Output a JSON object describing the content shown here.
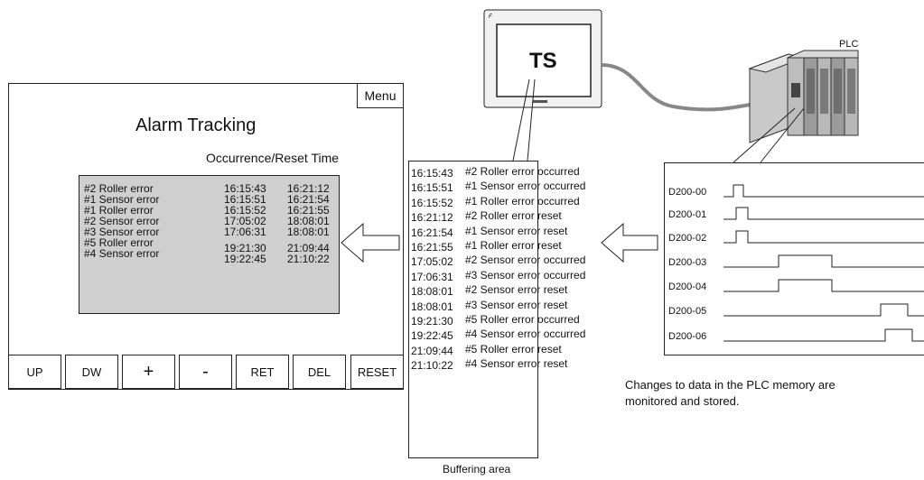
{
  "alarm_screen": {
    "menu_label": "Menu",
    "title": "Alarm Tracking",
    "subtitle": "Occurrence/Reset Time",
    "alarms": [
      {
        "name": "#2 Roller error",
        "occurred": "16:15:43",
        "reset": "16:21:12"
      },
      {
        "name": "#1 Sensor error",
        "occurred": "16:15:51",
        "reset": "16:21:54"
      },
      {
        "name": "#1 Roller error",
        "occurred": "16:15:52",
        "reset": "16:21:55"
      },
      {
        "name": "#2 Sensor error",
        "occurred": "17:05:02",
        "reset": "18:08:01"
      },
      {
        "name": "#3 Sensor error",
        "occurred": "17:06:31",
        "reset": "18:08:01"
      },
      {
        "name": "#5 Roller error",
        "occurred": "19:21:30",
        "reset": "21:09:44"
      },
      {
        "name": "#4 Sensor error",
        "occurred": "19:22:45",
        "reset": "21:10:22"
      }
    ],
    "buttons": [
      "UP",
      "DW",
      "+",
      "-",
      "RET",
      "DEL",
      "RESET"
    ]
  },
  "touch_screen": {
    "label": "TS"
  },
  "plc": {
    "label": "PLC"
  },
  "buffer": {
    "caption": "Buffering area",
    "entries": [
      {
        "time": "16:15:43",
        "event": "#2 Roller error occurred"
      },
      {
        "time": "16:15:51",
        "event": "#1 Sensor error occurred"
      },
      {
        "time": "16:15:52",
        "event": "#1 Roller error occurred"
      },
      {
        "time": "16:21:12",
        "event": "#2 Roller error reset"
      },
      {
        "time": "16:21:54",
        "event": "#1 Sensor error reset"
      },
      {
        "time": "16:21:55",
        "event": "#1 Roller error reset"
      },
      {
        "time": "17:05:02",
        "event": "#2 Sensor error occurred"
      },
      {
        "time": "17:06:31",
        "event": "#3 Sensor error occurred"
      },
      {
        "time": "18:08:01",
        "event": "#2 Sensor error reset"
      },
      {
        "time": "18:08:01",
        "event": "#3 Sensor error reset"
      },
      {
        "time": "19:21:30",
        "event": "#5 Roller error occurred"
      },
      {
        "time": "19:22:45",
        "event": "#4 Sensor error occurred"
      },
      {
        "time": "21:09:44",
        "event": "#5 Roller error reset"
      },
      {
        "time": "21:10:22",
        "event": "#4 Sensor error reset"
      }
    ]
  },
  "timing_chart": {
    "signals": [
      "D200-00",
      "D200-01",
      "D200-02",
      "D200-03",
      "D200-04",
      "D200-05",
      "D200-06"
    ]
  },
  "caption": {
    "line1": "Changes to data in the PLC memory are",
    "line2": "monitored and stored."
  }
}
